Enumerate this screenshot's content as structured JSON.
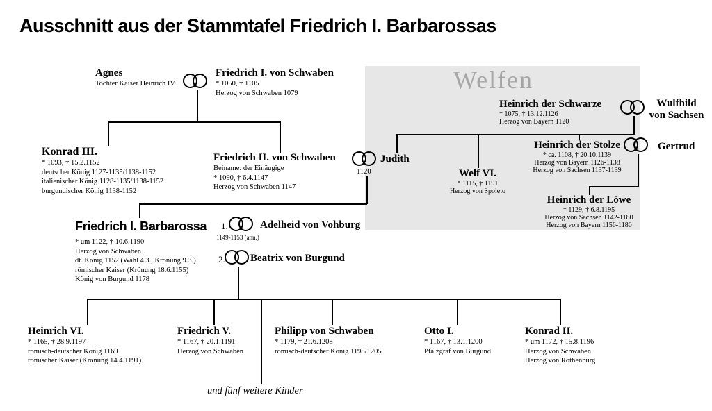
{
  "title": "Ausschnitt aus der Stammtafel Friedrich I. Barbarossas",
  "group": {
    "label": "Welfen"
  },
  "persons": {
    "agnes": {
      "name": "Agnes",
      "lines": [
        "Tochter Kaiser Heinrich IV."
      ]
    },
    "friedrich1_schwaben": {
      "name": "Friedrich I. von Schwaben",
      "lines": [
        "* 1050, † 1105",
        "Herzog von Schwaben 1079"
      ]
    },
    "heinrich_schwarze": {
      "name": "Heinrich der Schwarze",
      "lines": [
        "* 1075, † 13.12.1126",
        "Herzog von Bayern 1120"
      ]
    },
    "wulfhild": {
      "name": "Wulfhild",
      "name2": "von Sachsen"
    },
    "konrad3": {
      "name": "Konrad III.",
      "lines": [
        "* 1093, † 15.2.1152",
        "deutscher König 1127-1135/1138-1152",
        "italienischer König 1128-1135/1138-1152",
        "burgundischer König 1138-1152"
      ]
    },
    "friedrich2_schwaben": {
      "name": "Friedrich II. von Schwaben",
      "lines": [
        "Beiname: der Einäugige",
        "* 1090, † 6.4.1147",
        "Herzog von Schwaben 1147"
      ]
    },
    "judith": {
      "name": "Judith",
      "marriage_year": "1120"
    },
    "welf6": {
      "name": "Welf VI.",
      "lines": [
        "* 1115, † 1191",
        "Herzog von Spoleto"
      ]
    },
    "heinrich_stolze": {
      "name": "Heinrich der Stolze",
      "lines": [
        "* ca. 1108, † 20.10.1139",
        "Herzog von Bayern 1126-1138",
        "Herzog von Sachsen 1137-1139"
      ]
    },
    "gertrud": {
      "name": "Gertrud"
    },
    "heinrich_loewe": {
      "name": "Heinrich der Löwe",
      "lines": [
        "* 1129, † 6.8.1195",
        "Herzog von Sachsen 1142-1180",
        "Herzog von Bayern 1156-1180"
      ]
    },
    "barbarossa": {
      "name": "Friedrich I. Barbarossa",
      "lines": [
        "* um 1122, † 10.6.1190",
        "Herzog von Schwaben",
        "dt. König 1152 (Wahl 4.3., Krönung 9.3.)",
        "römischer Kaiser (Krönung 18.6.1155)",
        "König von Burgund 1178"
      ]
    },
    "adelheid": {
      "name": "Adelheid von Vohburg",
      "marriage_no": "1.",
      "marriage_note": "1149-1153 (ann.)"
    },
    "beatrix": {
      "name": "Beatrix von Burgund",
      "marriage_no": "2."
    },
    "heinrich6": {
      "name": "Heinrich VI.",
      "lines": [
        "* 1165, † 28.9.1197",
        "römisch-deutscher König 1169",
        "römischer Kaiser (Krönung 14.4.1191)"
      ]
    },
    "friedrich5": {
      "name": "Friedrich V.",
      "lines": [
        "* 1167, † 20.1.1191",
        "Herzog von Schwaben"
      ]
    },
    "philipp": {
      "name": "Philipp von Schwaben",
      "lines": [
        "* 1179, † 21.6.1208",
        "römisch-deutscher König 1198/1205"
      ]
    },
    "otto1": {
      "name": "Otto I.",
      "lines": [
        "* 1167, † 13.1.1200",
        "Pfalzgraf von Burgund"
      ]
    },
    "konrad2": {
      "name": "Konrad II.",
      "lines": [
        "* um 1172, † 15.8.1196",
        "Herzog von Schwaben",
        "Herzog von Rothenburg"
      ]
    }
  },
  "footnote": "und fünf weitere Kinder"
}
